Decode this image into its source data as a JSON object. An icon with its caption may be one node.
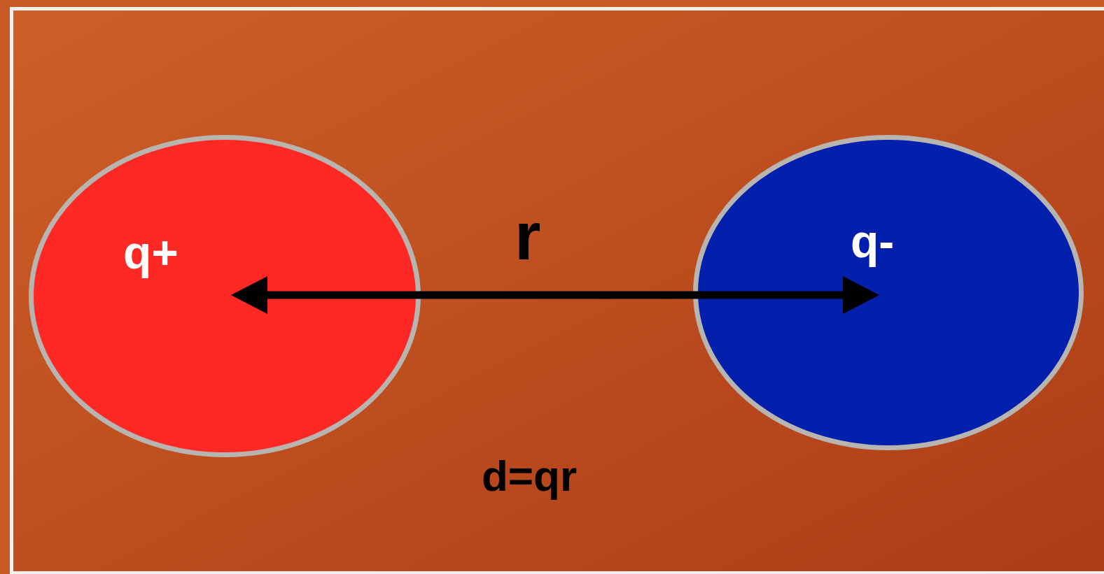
{
  "diagram": {
    "nodes": [
      {
        "text": [
          "q+"
        ]
      },
      {
        "text": [
          "q-"
        ]
      }
    ],
    "labels": [
      "r",
      "d=qr"
    ]
  }
}
